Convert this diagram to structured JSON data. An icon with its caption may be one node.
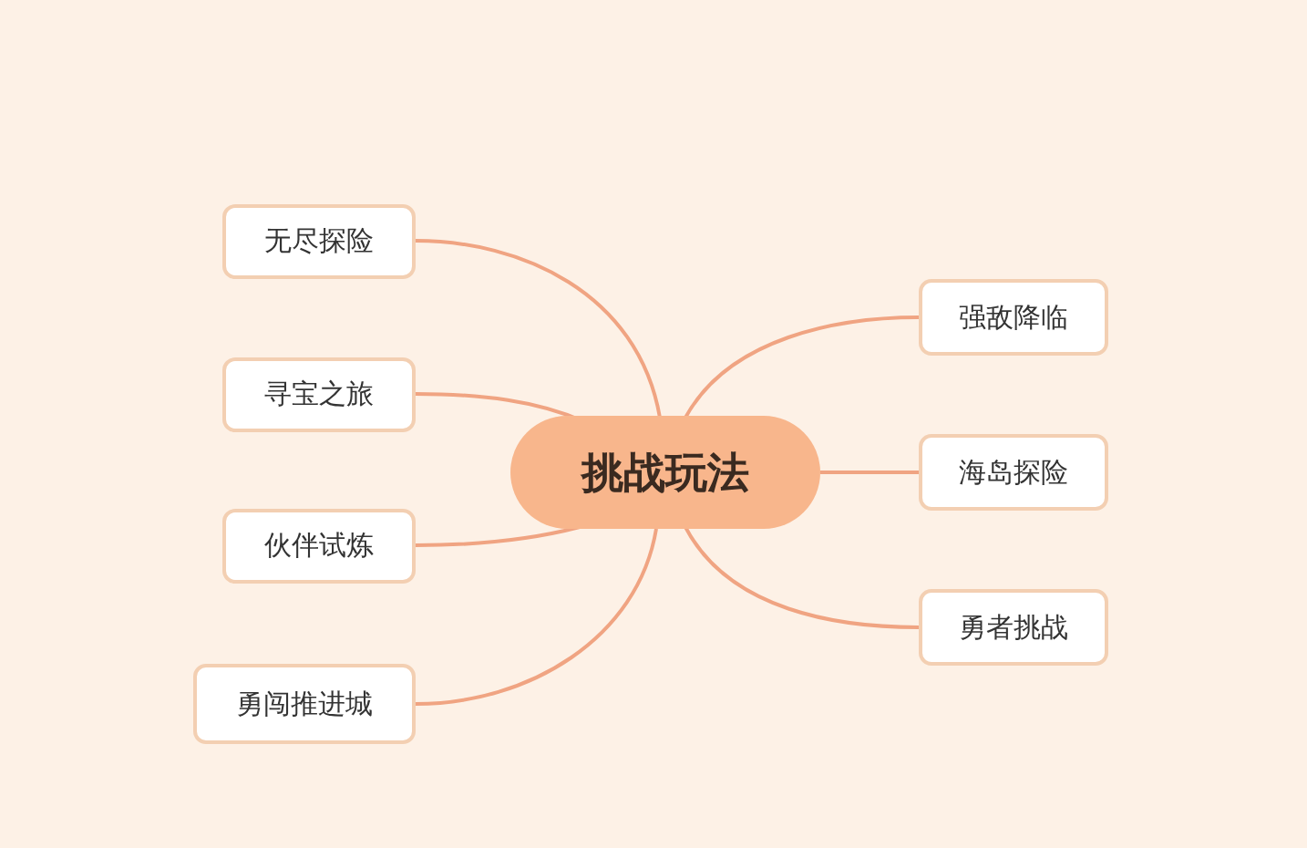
{
  "diagram": {
    "nodes": [
      {
        "text": [
          "挑战玩法"
        ]
      },
      {
        "text": [
          "无尽探险"
        ]
      },
      {
        "text": [
          "寻宝之旅"
        ]
      },
      {
        "text": [
          "伙伴试炼"
        ]
      },
      {
        "text": [
          "勇闯推进城"
        ]
      },
      {
        "text": [
          "强敌降临"
        ]
      },
      {
        "text": [
          "海岛探险"
        ]
      },
      {
        "text": [
          "勇者挑战"
        ]
      }
    ],
    "edges": [
      {
        "from": 0,
        "to": 1,
        "arrow": "none"
      },
      {
        "from": 0,
        "to": 2,
        "arrow": "none"
      },
      {
        "from": 0,
        "to": 3,
        "arrow": "none"
      },
      {
        "from": 0,
        "to": 4,
        "arrow": "none"
      },
      {
        "from": 0,
        "to": 5,
        "arrow": "none"
      },
      {
        "from": 0,
        "to": 6,
        "arrow": "none"
      },
      {
        "from": 0,
        "to": 7,
        "arrow": "none"
      }
    ]
  }
}
